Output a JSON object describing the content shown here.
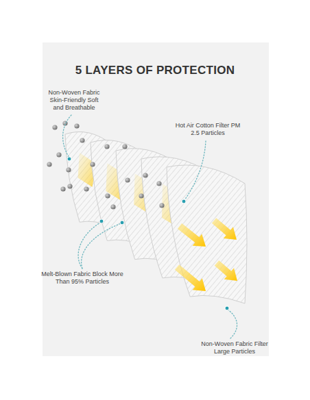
{
  "diagram": {
    "title": "5 LAYERS OF PROTECTION",
    "labels": [
      "Non-Woven Fabric Skin-Friendly Soft and Breathable",
      "Hot Air Cotton Filter PM 2.5 Particles",
      "Melt-Blown Fabric Block More Than 95% Particles",
      "Non-Woven Fabric Filter Large Particles"
    ]
  }
}
